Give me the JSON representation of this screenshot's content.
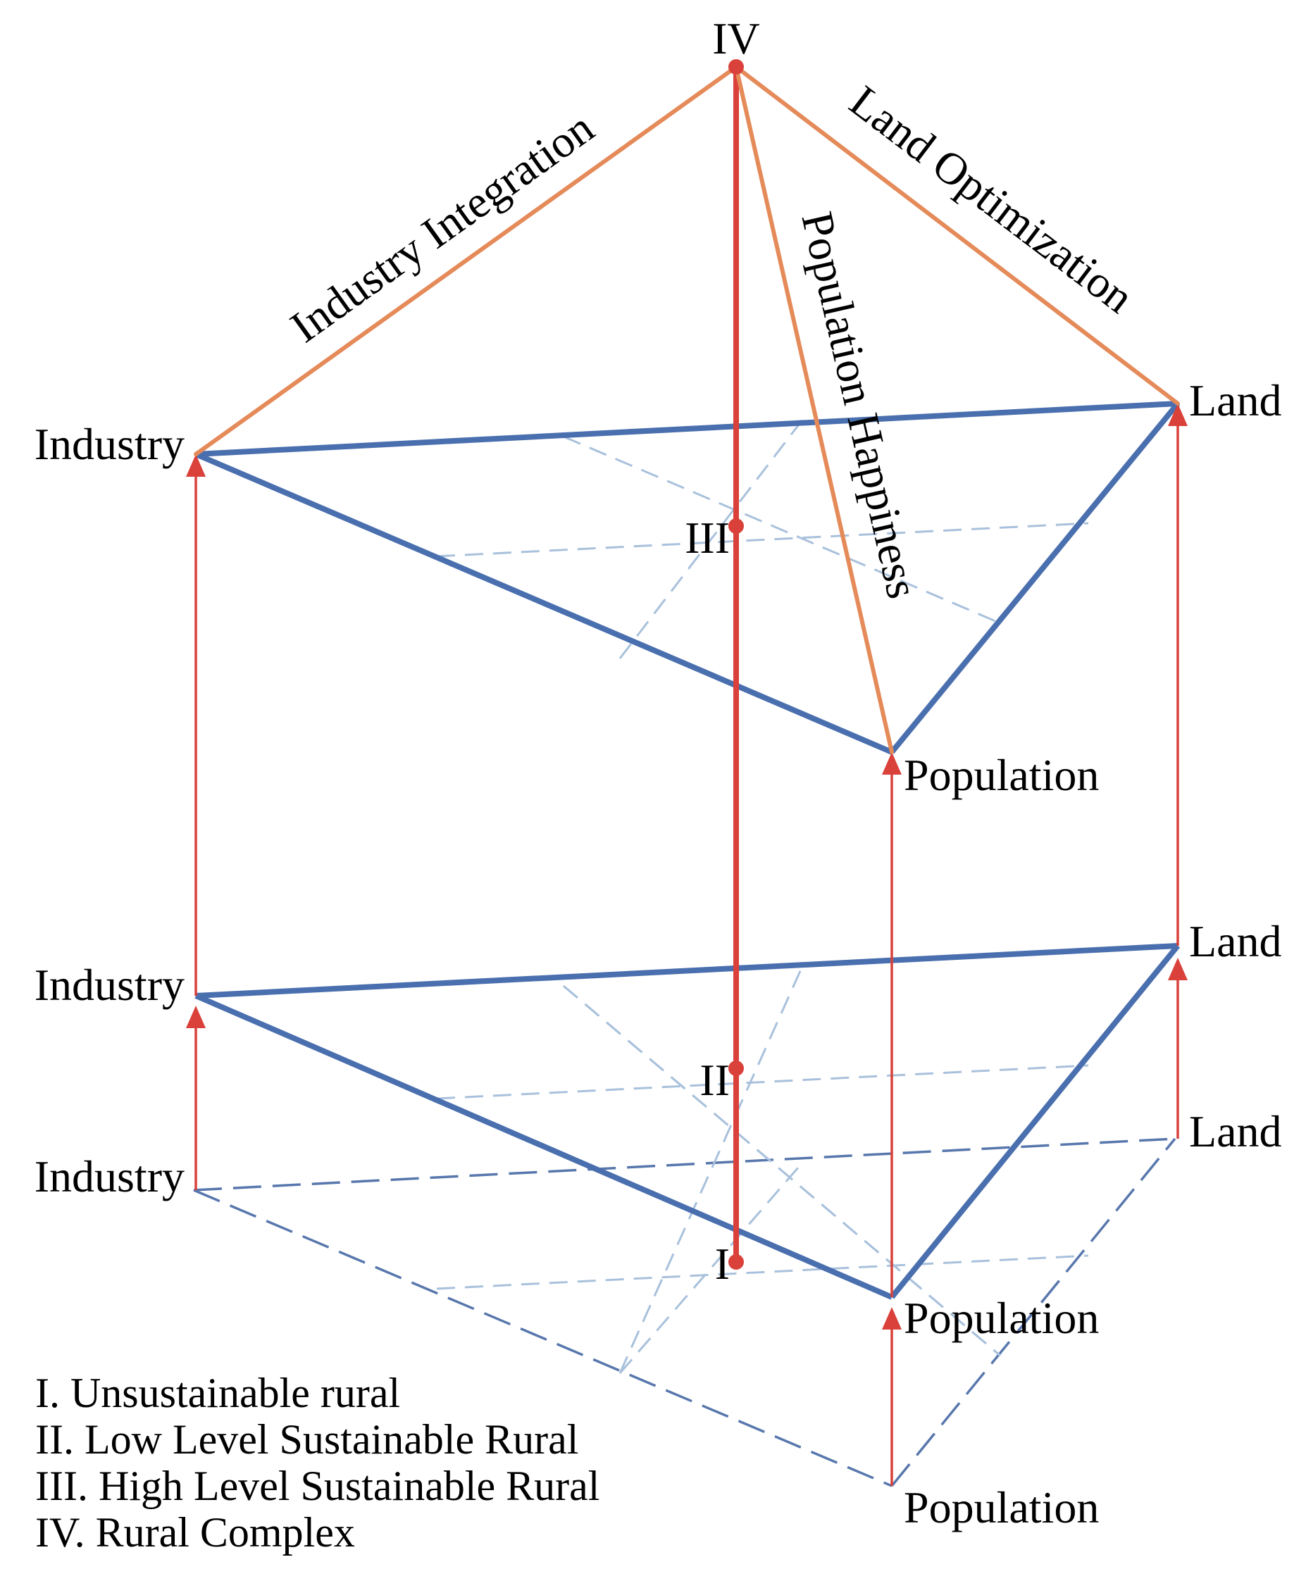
{
  "colors": {
    "triangle": "#4a6fae",
    "grid": "#a9c1dc",
    "axis": "#d9413a",
    "edge": "#e58a59",
    "text": "#000000"
  },
  "apex": {
    "label": "IV"
  },
  "edge_labels": {
    "industry": "Industry Integration",
    "population": "Population Happiness",
    "land": "Land Optimization"
  },
  "upper_level": {
    "industry": "Industry",
    "land": "Land",
    "population": "Population",
    "stage": "III"
  },
  "middle_level": {
    "industry": "Industry",
    "land": "Land",
    "population": "Population",
    "stage": "II"
  },
  "base_level": {
    "industry": "Industry",
    "land": "Land",
    "population": "Population",
    "stage": "I"
  },
  "legend": [
    "I. Unsustainable rural",
    "II. Low Level Sustainable Rural",
    "III. High Level Sustainable Rural",
    "IV. Rural Complex"
  ]
}
